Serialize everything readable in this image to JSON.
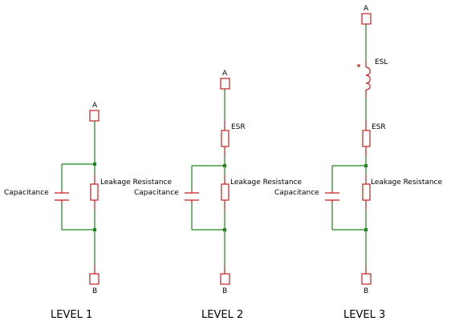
{
  "colors": {
    "wire": "#1a8a1a",
    "component": "#c81e1e",
    "text": "#000000",
    "background": "#ffffff"
  },
  "levels": [
    {
      "title": "LEVEL 1",
      "terminal_top": "A",
      "terminal_bottom": "B",
      "capacitor_label": "Capacitance",
      "leak_label": "Leakage Resistance"
    },
    {
      "title": "LEVEL 2",
      "terminal_top": "A",
      "terminal_bottom": "B",
      "esr_label": "ESR",
      "capacitor_label": "Capacitance",
      "leak_label": "Leakage Resistance"
    },
    {
      "title": "LEVEL 3",
      "terminal_top": "A",
      "terminal_bottom": "B",
      "esl_label": "ESL",
      "esr_label": "ESR",
      "capacitor_label": "Capacitance",
      "leak_label": "Leakage Resistance"
    }
  ]
}
